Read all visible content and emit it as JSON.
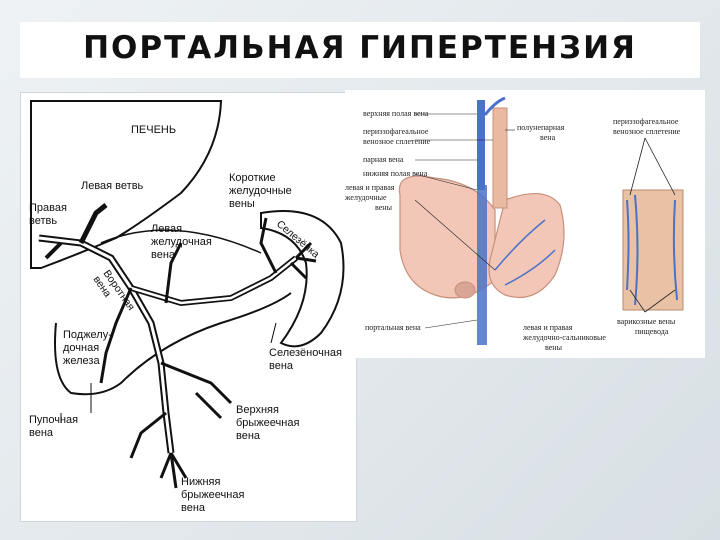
{
  "title": "ПОРТАЛЬНАЯ ГИПЕРТЕНЗИЯ",
  "left_diagram": {
    "liver": "ПЕЧЕНЬ",
    "left_branch": "Левая ветвь",
    "right_branch": [
      "Правая",
      "ветвь"
    ],
    "short_gastric": [
      "Короткие",
      "желудочные",
      "вены"
    ],
    "left_gastric": [
      "Левая",
      "желудочная",
      "вена"
    ],
    "spleen": "Селезёнка",
    "portal_vein": [
      "Воротная",
      "вена"
    ],
    "pancreas": [
      "Поджелу-",
      "дочная",
      "железа"
    ],
    "splenic_vein": [
      "Селезёночная",
      "вена"
    ],
    "umbilical": [
      "Пупочная",
      "вена"
    ],
    "superior_mesenteric": [
      "Верхняя",
      "брыжеечная",
      "вена"
    ],
    "inferior_mesenteric": [
      "Нижняя",
      "брыжеечная",
      "вена"
    ]
  },
  "right_diagram": {
    "svc": "верхняя полая вена",
    "periesophageal": [
      "периэзофагеальное",
      "венозное сплетение"
    ],
    "azygos": "парная вена",
    "ivc": "нижняя полая вена",
    "gastric_lr": [
      "левая и правая",
      "желудочные",
      "вены"
    ],
    "hemiazygos": [
      "полунепарная",
      "вена"
    ],
    "portal": "портальная вена",
    "gastroepiploic": [
      "левая и правая",
      "желудочно-сальниковые",
      "вены"
    ],
    "periesophageal_right": [
      "периэзофагеальное",
      "венозное сплетение"
    ],
    "varicose": [
      "варикозные вены",
      "пищевода"
    ]
  },
  "colors": {
    "vein_blue": "#4a72c9",
    "organ_pink": "#f2c7b8",
    "organ_outline": "#c98f7c",
    "esophagus": "#e9b9a2"
  }
}
